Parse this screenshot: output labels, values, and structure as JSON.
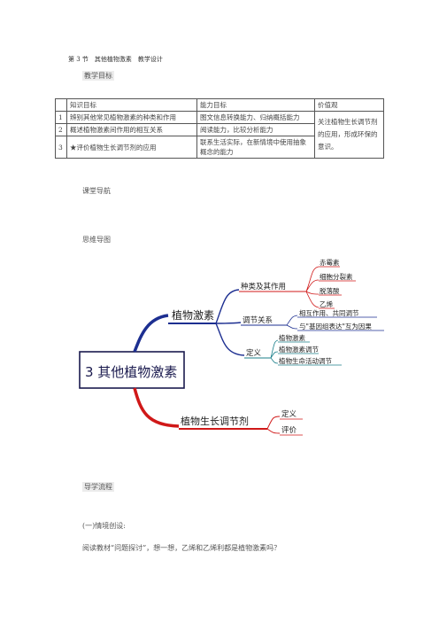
{
  "header": {
    "title": "第 3 节　其他植物激素　教学设计"
  },
  "sections": {
    "goals": "教学目标",
    "nav": "课堂导航",
    "mindmap": "思维导图",
    "flow": "导学流程",
    "scenario": "(一)情境创设:",
    "question": "阅读教材“问题探讨”，想一想，乙烯和乙烯利都是植物激素吗？"
  },
  "table": {
    "headers": [
      "知识目标",
      "能力目标",
      "价值观"
    ],
    "rows": [
      {
        "num": "1",
        "knowledge": "辨别其他常见植物激素的种类和作用",
        "ability": "图文信息转换能力、归纳概括能力"
      },
      {
        "num": "2",
        "knowledge": "概述植物激素间作用的相互关系",
        "ability": "阅读能力，比较分析能力"
      },
      {
        "num": "3",
        "knowledge": "★评价植物生长调节剂的应用",
        "ability": "联系生活实际，在新情境中使用抽象概念的能力"
      }
    ],
    "values": "关注植物生长调节剂的应用，形成环保的意识。"
  },
  "mindmap": {
    "root": "3 其他植物激素",
    "branch1": "植物激素",
    "branch2": "植物生长调节剂",
    "sub1": "种类及其作用",
    "sub2": "调节关系",
    "sub3": "定义",
    "leaves1": [
      "赤霉素",
      "细胞分裂素",
      "脱落酸",
      "乙烯"
    ],
    "leaves2": [
      "相互作用、共同调节",
      "与\"基因组表达\"互为因果"
    ],
    "leaves3": [
      "植物激素",
      "植物激素调节",
      "植物生命活动调节"
    ],
    "leaves4": [
      "定义",
      "评价"
    ],
    "colors": {
      "blue": "#1d2f91",
      "red": "#d01818",
      "teal": "#1b7f8a"
    }
  }
}
